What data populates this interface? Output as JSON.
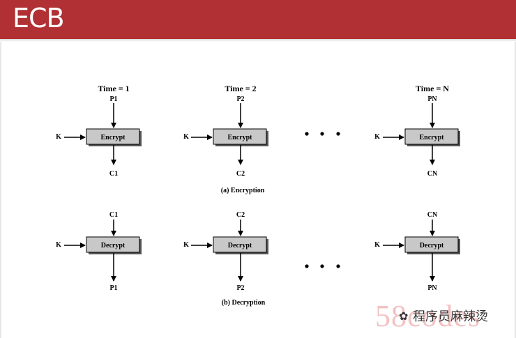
{
  "slide": {
    "title": "ECB"
  },
  "encryption": {
    "times": [
      "Time = 1",
      "Time = 2",
      "Time = N"
    ],
    "inputs": [
      "P1",
      "P2",
      "PN"
    ],
    "outputs": [
      "C1",
      "C2",
      "CN"
    ],
    "key": "K",
    "block_label": "Encrypt",
    "caption": "(a) Encryption"
  },
  "decryption": {
    "inputs": [
      "C1",
      "C2",
      "CN"
    ],
    "outputs": [
      "P1",
      "P2",
      "PN"
    ],
    "key": "K",
    "block_label": "Decrypt",
    "caption": "(b) Decryption"
  },
  "watermark": {
    "site": "58codes",
    "account": "程序员麻辣烫"
  },
  "colors": {
    "header": "#b03033",
    "block_fill": "#c8c8c8"
  }
}
